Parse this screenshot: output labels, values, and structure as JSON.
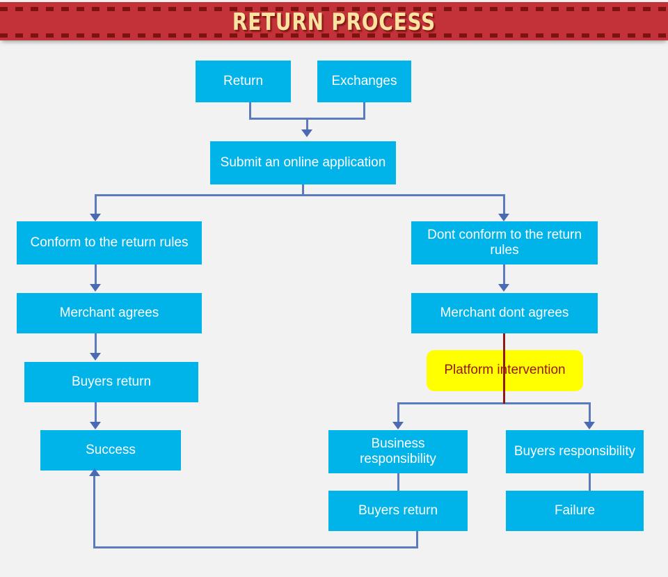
{
  "banner": {
    "title": "RETURN PROCESS",
    "bg_color": "#c0272d",
    "text_color": "#fbe3a2"
  },
  "theme": {
    "page_bg": "#f2f2f2",
    "node_bg": "#00b3e9",
    "node_text": "#ffffff",
    "highlight_bg": "#ffff00",
    "highlight_text": "#99150f",
    "connector": "#5b7bbe",
    "connector_alt": "#8f1a18"
  },
  "nodes": {
    "return": "Return",
    "exchanges": "Exchanges",
    "submit": "Submit an online application",
    "conform": "Conform to the return rules",
    "merchant_agrees": "Merchant agrees",
    "buyers_return_left": "Buyers return",
    "success": "Success",
    "dont_conform": "Dont conform to the return rules",
    "merchant_dont_agrees": "Merchant dont agrees",
    "platform_intervention": "Platform intervention",
    "business_responsibility": "Business responsibility",
    "buyers_responsibility": "Buyers responsibility",
    "buyers_return_bottom": "Buyers return",
    "failure": "Failure"
  }
}
